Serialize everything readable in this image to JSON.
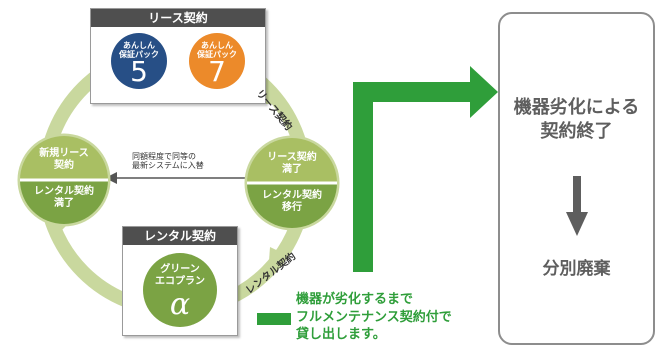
{
  "lease_box": {
    "title": "リース契約",
    "packs": [
      {
        "label_line1": "あんしん",
        "label_line2": "保証パック",
        "number": "5",
        "color": "#274f86"
      },
      {
        "label_line1": "あんしん",
        "label_line2": "保証パック",
        "number": "7",
        "color": "#ec8a2a"
      }
    ]
  },
  "rental_box": {
    "title": "レンタル契約",
    "inner_line1": "グリーン",
    "inner_line2": "エコプラン",
    "symbol": "α",
    "color": "#7ba344"
  },
  "left_node": {
    "top_line1": "新規リース",
    "top_line2": "契約",
    "bottom_line1": "レンタル契約",
    "bottom_line2": "満了"
  },
  "right_node": {
    "top_line1": "リース契約",
    "top_line2": "満了",
    "bottom_line1": "レンタル契約",
    "bottom_line2": "移行"
  },
  "cycle_labels": {
    "lease": "リース契約",
    "rental": "レンタル契約"
  },
  "replace_note": {
    "line1": "同額程度で同等の",
    "line2": "最新システムに入替"
  },
  "rental_note": {
    "line1": "機器が劣化するまで",
    "line2": "フルメンテナンス契約付で",
    "line3": "貸し出します。"
  },
  "end_box": {
    "title_line1": "機器劣化による",
    "title_line2": "契約終了",
    "disposal": "分別廃棄"
  },
  "colors": {
    "cycle_green": "#c9d89e",
    "node_green": "#7ba344",
    "bold_green": "#2f9e3a",
    "box_header": "#4f4f4f",
    "text_gray": "#5e5e5e"
  }
}
